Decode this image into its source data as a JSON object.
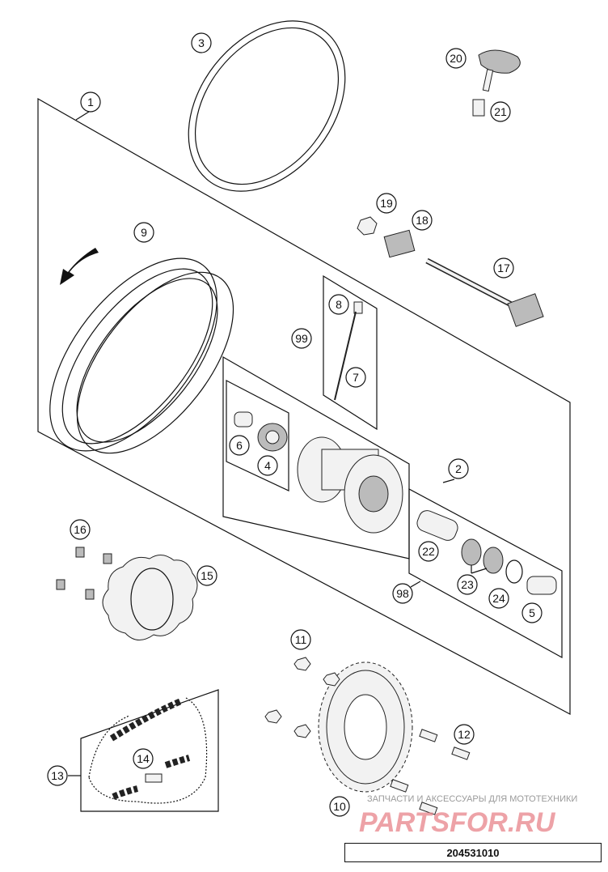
{
  "diagram": {
    "callouts": [
      "1",
      "2",
      "3",
      "4",
      "5",
      "6",
      "7",
      "8",
      "9",
      "10",
      "11",
      "12",
      "13",
      "14",
      "15",
      "16",
      "17",
      "18",
      "19",
      "20",
      "21",
      "22",
      "23",
      "24",
      "98",
      "99"
    ]
  },
  "watermark": {
    "caption": "ЗАПЧАСТИ И АКСЕССУАРЫ ДЛЯ МОТОТЕХНИКИ",
    "brand": "PARTSFOR.RU"
  },
  "document_number": "204531010"
}
